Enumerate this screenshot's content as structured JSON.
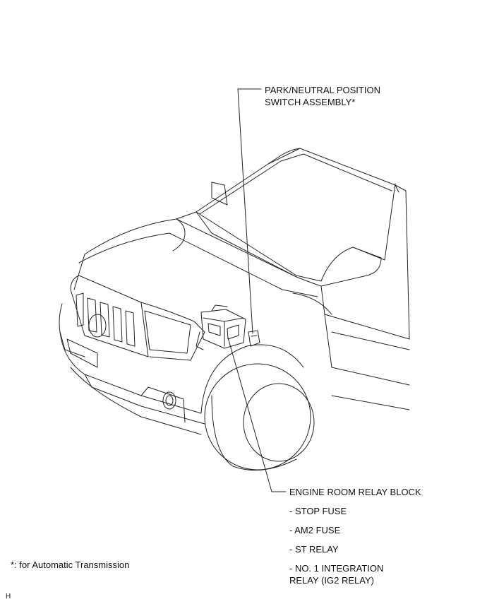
{
  "callouts": {
    "park_neutral": {
      "line1": "PARK/NEUTRAL POSITION",
      "line2": "SWITCH ASSEMBLY*"
    },
    "engine_room": {
      "title": "ENGINE ROOM RELAY BLOCK",
      "items": [
        "- STOP FUSE",
        "- AM2 FUSE",
        "- ST RELAY",
        "- NO. 1 INTEGRATION",
        "RELAY (IG2 RELAY)"
      ]
    }
  },
  "footnote": "*: for Automatic Transmission",
  "corner_mark": "H",
  "colors": {
    "line": "#222222",
    "text": "#111111"
  }
}
